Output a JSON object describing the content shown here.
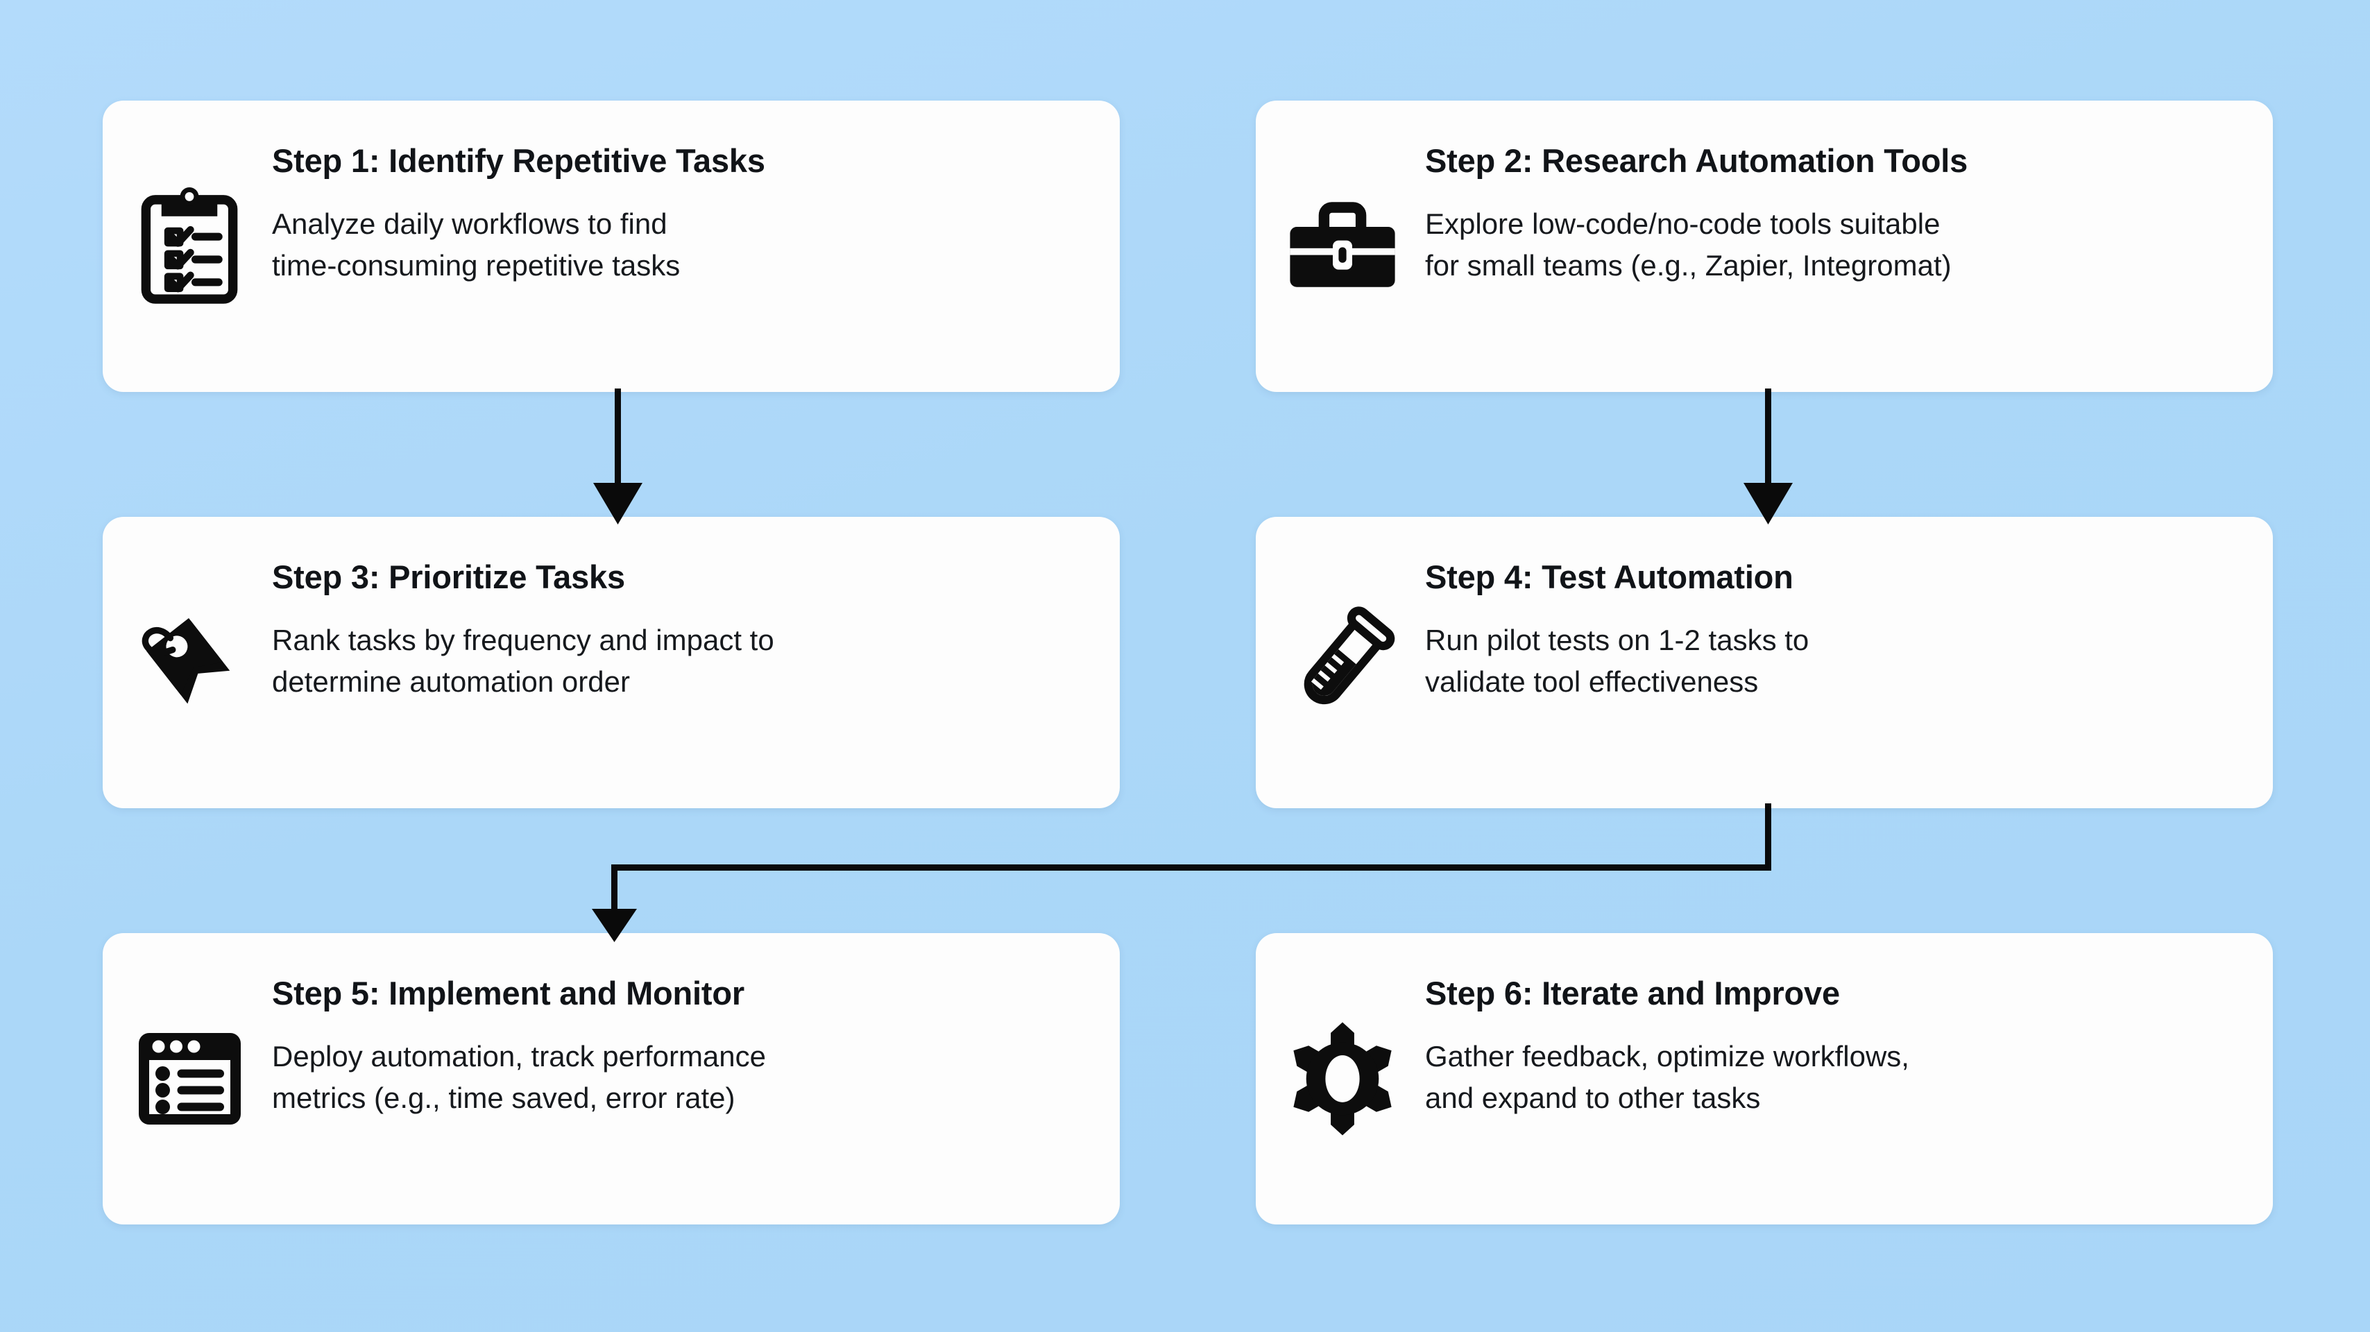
{
  "theme": {
    "background_color": "#acd7f8",
    "card_color": "#fdfdfd",
    "text_color": "#111418",
    "icon_color": "#0d0d0d",
    "connector_color": "#0a0a0a"
  },
  "diagram": {
    "type": "flowchart",
    "columns": 2,
    "rows": 3,
    "steps": [
      {
        "id": "step-1",
        "icon": "clipboard-checklist-icon",
        "title": "Step 1: Identify Repetitive Tasks",
        "description_lines": [
          "Analyze daily workflows to find",
          "time-consuming repetitive tasks"
        ]
      },
      {
        "id": "step-2",
        "icon": "briefcase-icon",
        "title": "Step 2: Research Automation Tools",
        "description_lines": [
          "Explore low-code/no-code tools suitable",
          "for small teams (e.g., Zapier, Integromat)"
        ]
      },
      {
        "id": "step-3",
        "icon": "tag-icon",
        "title": "Step 3: Prioritize Tasks",
        "description_lines": [
          "Rank tasks by frequency and impact to",
          "determine automation order"
        ]
      },
      {
        "id": "step-4",
        "icon": "test-tube-icon",
        "title": "Step 4: Test Automation",
        "description_lines": [
          "Run pilot tests on 1-2 tasks to",
          "validate tool effectiveness"
        ]
      },
      {
        "id": "step-5",
        "icon": "browser-window-list-icon",
        "title": "Step 5: Implement and Monitor",
        "description_lines": [
          "Deploy automation, track performance",
          "metrics (e.g., time saved, error rate)"
        ]
      },
      {
        "id": "step-6",
        "icon": "gear-icon",
        "title": "Step 6: Iterate and Improve",
        "description_lines": [
          "Gather feedback, optimize workflows,",
          "and expand to other tasks"
        ]
      }
    ],
    "connectors": [
      {
        "id": "conn-1-3",
        "from": "step-1",
        "to": "step-3",
        "shape": "straight-down",
        "arrowhead": "wide"
      },
      {
        "id": "conn-2-4",
        "from": "step-2",
        "to": "step-4",
        "shape": "straight-down",
        "arrowhead": "wide"
      },
      {
        "id": "conn-4-5",
        "from": "step-4",
        "to": "step-5",
        "shape": "elbow-down-left-down",
        "arrowhead": "narrow"
      }
    ]
  }
}
